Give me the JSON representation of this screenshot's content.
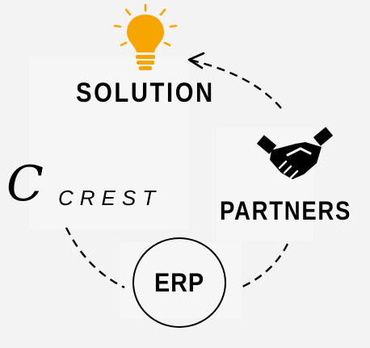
{
  "diagram": {
    "nodes": {
      "solution": {
        "label": "SOLUTION",
        "icon": "lightbulb-icon"
      },
      "partners": {
        "label": "PARTNERS",
        "icon": "handshake-icon"
      },
      "crest": {
        "monogram": "C",
        "label": "CREST"
      },
      "erp": {
        "label": "ERP"
      }
    },
    "edges": [
      {
        "from": "partners",
        "to": "solution",
        "style": "dashed",
        "arrow": true
      },
      {
        "from": "partners",
        "to": "erp",
        "style": "dashed",
        "arrow": false
      },
      {
        "from": "crest",
        "to": "erp",
        "style": "dashed",
        "arrow": false
      }
    ]
  },
  "colors": {
    "background": "#f3f3f3",
    "bulb": "#f7a500",
    "ink": "#000000"
  }
}
